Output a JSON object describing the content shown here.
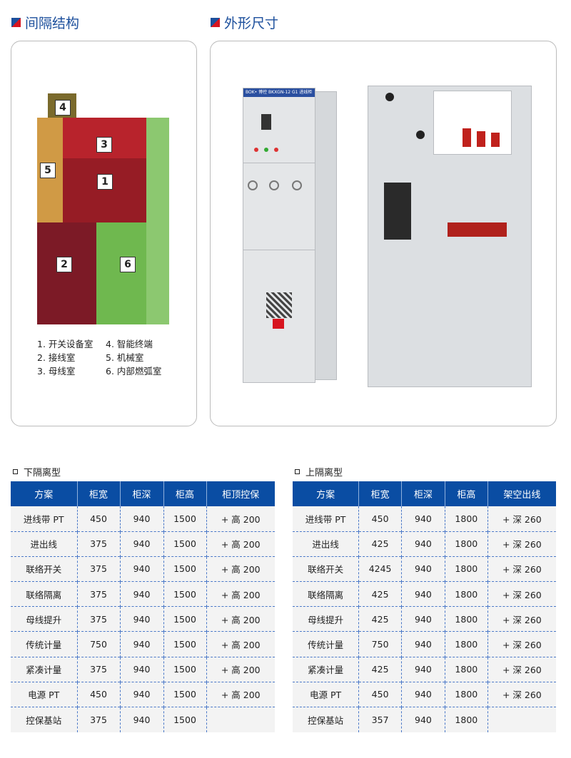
{
  "sections": {
    "structure": "间隔结构",
    "dimensions": "外形尺寸"
  },
  "cabinet_label": "BOK• 博控  BKXGN-12   G1   进线柜",
  "compartments": [
    "1",
    "2",
    "3",
    "4",
    "5",
    "6"
  ],
  "legend": [
    "1.  开关设备室",
    "4.  智能终端",
    "2.  接线室",
    "5.  机械室",
    "3.  母线室",
    "6.  内部燃弧室"
  ],
  "lower_table": {
    "title": "下隔离型",
    "headers": [
      "方案",
      "柜宽",
      "柜深",
      "柜高",
      "柜顶控保"
    ],
    "rows": [
      [
        "进线带 PT",
        "450",
        "940",
        "1500",
        "+ 高 200"
      ],
      [
        "进出线",
        "375",
        "940",
        "1500",
        "+ 高 200"
      ],
      [
        "联络开关",
        "375",
        "940",
        "1500",
        "+ 高 200"
      ],
      [
        "联络隔离",
        "375",
        "940",
        "1500",
        "+ 高 200"
      ],
      [
        "母线提升",
        "375",
        "940",
        "1500",
        "+ 高 200"
      ],
      [
        "传统计量",
        "750",
        "940",
        "1500",
        "+ 高 200"
      ],
      [
        "紧凑计量",
        "375",
        "940",
        "1500",
        "+ 高 200"
      ],
      [
        "电源 PT",
        "450",
        "940",
        "1500",
        "+ 高 200"
      ],
      [
        "控保基站",
        "375",
        "940",
        "1500",
        ""
      ]
    ]
  },
  "upper_table": {
    "title": "上隔离型",
    "headers": [
      "方案",
      "柜宽",
      "柜深",
      "柜高",
      "架空出线"
    ],
    "rows": [
      [
        "进线带 PT",
        "450",
        "940",
        "1800",
        "+ 深 260"
      ],
      [
        "进出线",
        "425",
        "940",
        "1800",
        "+ 深 260"
      ],
      [
        "联络开关",
        "4245",
        "940",
        "1800",
        "+ 深 260"
      ],
      [
        "联络隔离",
        "425",
        "940",
        "1800",
        "+ 深 260"
      ],
      [
        "母线提升",
        "425",
        "940",
        "1800",
        "+ 深 260"
      ],
      [
        "传统计量",
        "750",
        "940",
        "1800",
        "+ 深 260"
      ],
      [
        "紧凑计量",
        "425",
        "940",
        "1800",
        "+ 深 260"
      ],
      [
        "电源 PT",
        "450",
        "940",
        "1800",
        "+ 深 260"
      ],
      [
        "控保基站",
        "357",
        "940",
        "1800",
        ""
      ]
    ]
  }
}
